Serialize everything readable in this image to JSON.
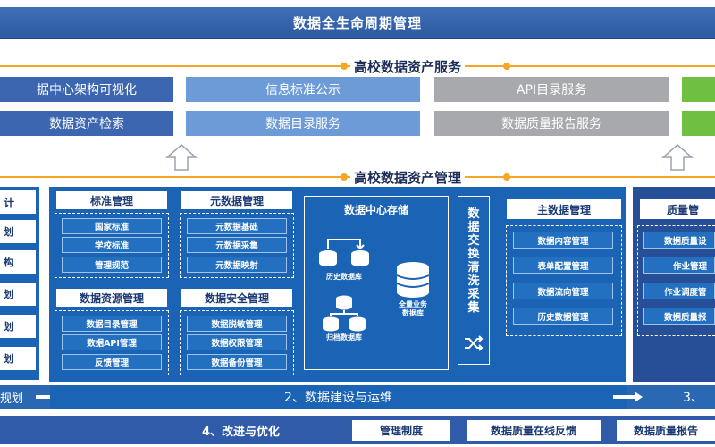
{
  "header": {
    "title": "数据全生命周期管理"
  },
  "services": {
    "title": "高校数据资产服务",
    "row1": [
      "据中心架构可视化",
      "信息标准公示",
      "API目录服务",
      ""
    ],
    "row2": [
      "数据资产检索",
      "数据目录服务",
      "数据质量报告服务",
      ""
    ]
  },
  "management": {
    "title": "高校数据资产管理",
    "left_header": "计",
    "left_items": [
      "划",
      "构",
      "划",
      "划",
      "划"
    ],
    "standard": {
      "title": "标准管理",
      "items": [
        "国家标准",
        "学校标准",
        "管理规范"
      ]
    },
    "metadata": {
      "title": "元数据管理",
      "items": [
        "元数据基础",
        "元数据采集",
        "元数据映射"
      ]
    },
    "resource": {
      "title": "数据资源管理",
      "items": [
        "数据目录管理",
        "数据API管理",
        "反馈管理"
      ]
    },
    "security": {
      "title": "数据安全管理",
      "items": [
        "数据脱敏管理",
        "数据权限管理",
        "数据备份管理"
      ]
    },
    "storage": {
      "title": "数据中心存储",
      "history": "历史数据库",
      "archive": "归档数据库",
      "full_line1": "全量业务",
      "full_line2": "数据库"
    },
    "exchange": {
      "title": "数据交换清洗采集"
    },
    "master": {
      "title": "主数据管理",
      "items": [
        "数据内容管理",
        "表单配置管理",
        "数据流向管理",
        "历史数据管理"
      ]
    },
    "quality": {
      "title": "质量管",
      "items": [
        "数据质量设",
        "作业管理",
        "作业调度管",
        "数据质量报"
      ]
    }
  },
  "stages": {
    "left": "规划",
    "main": "2、数据建设与运维",
    "right": "3、"
  },
  "bottom": {
    "title": "4、改进与优化",
    "items": [
      "管理制度",
      "数据质量在线反馈",
      "数据质量报告"
    ]
  }
}
